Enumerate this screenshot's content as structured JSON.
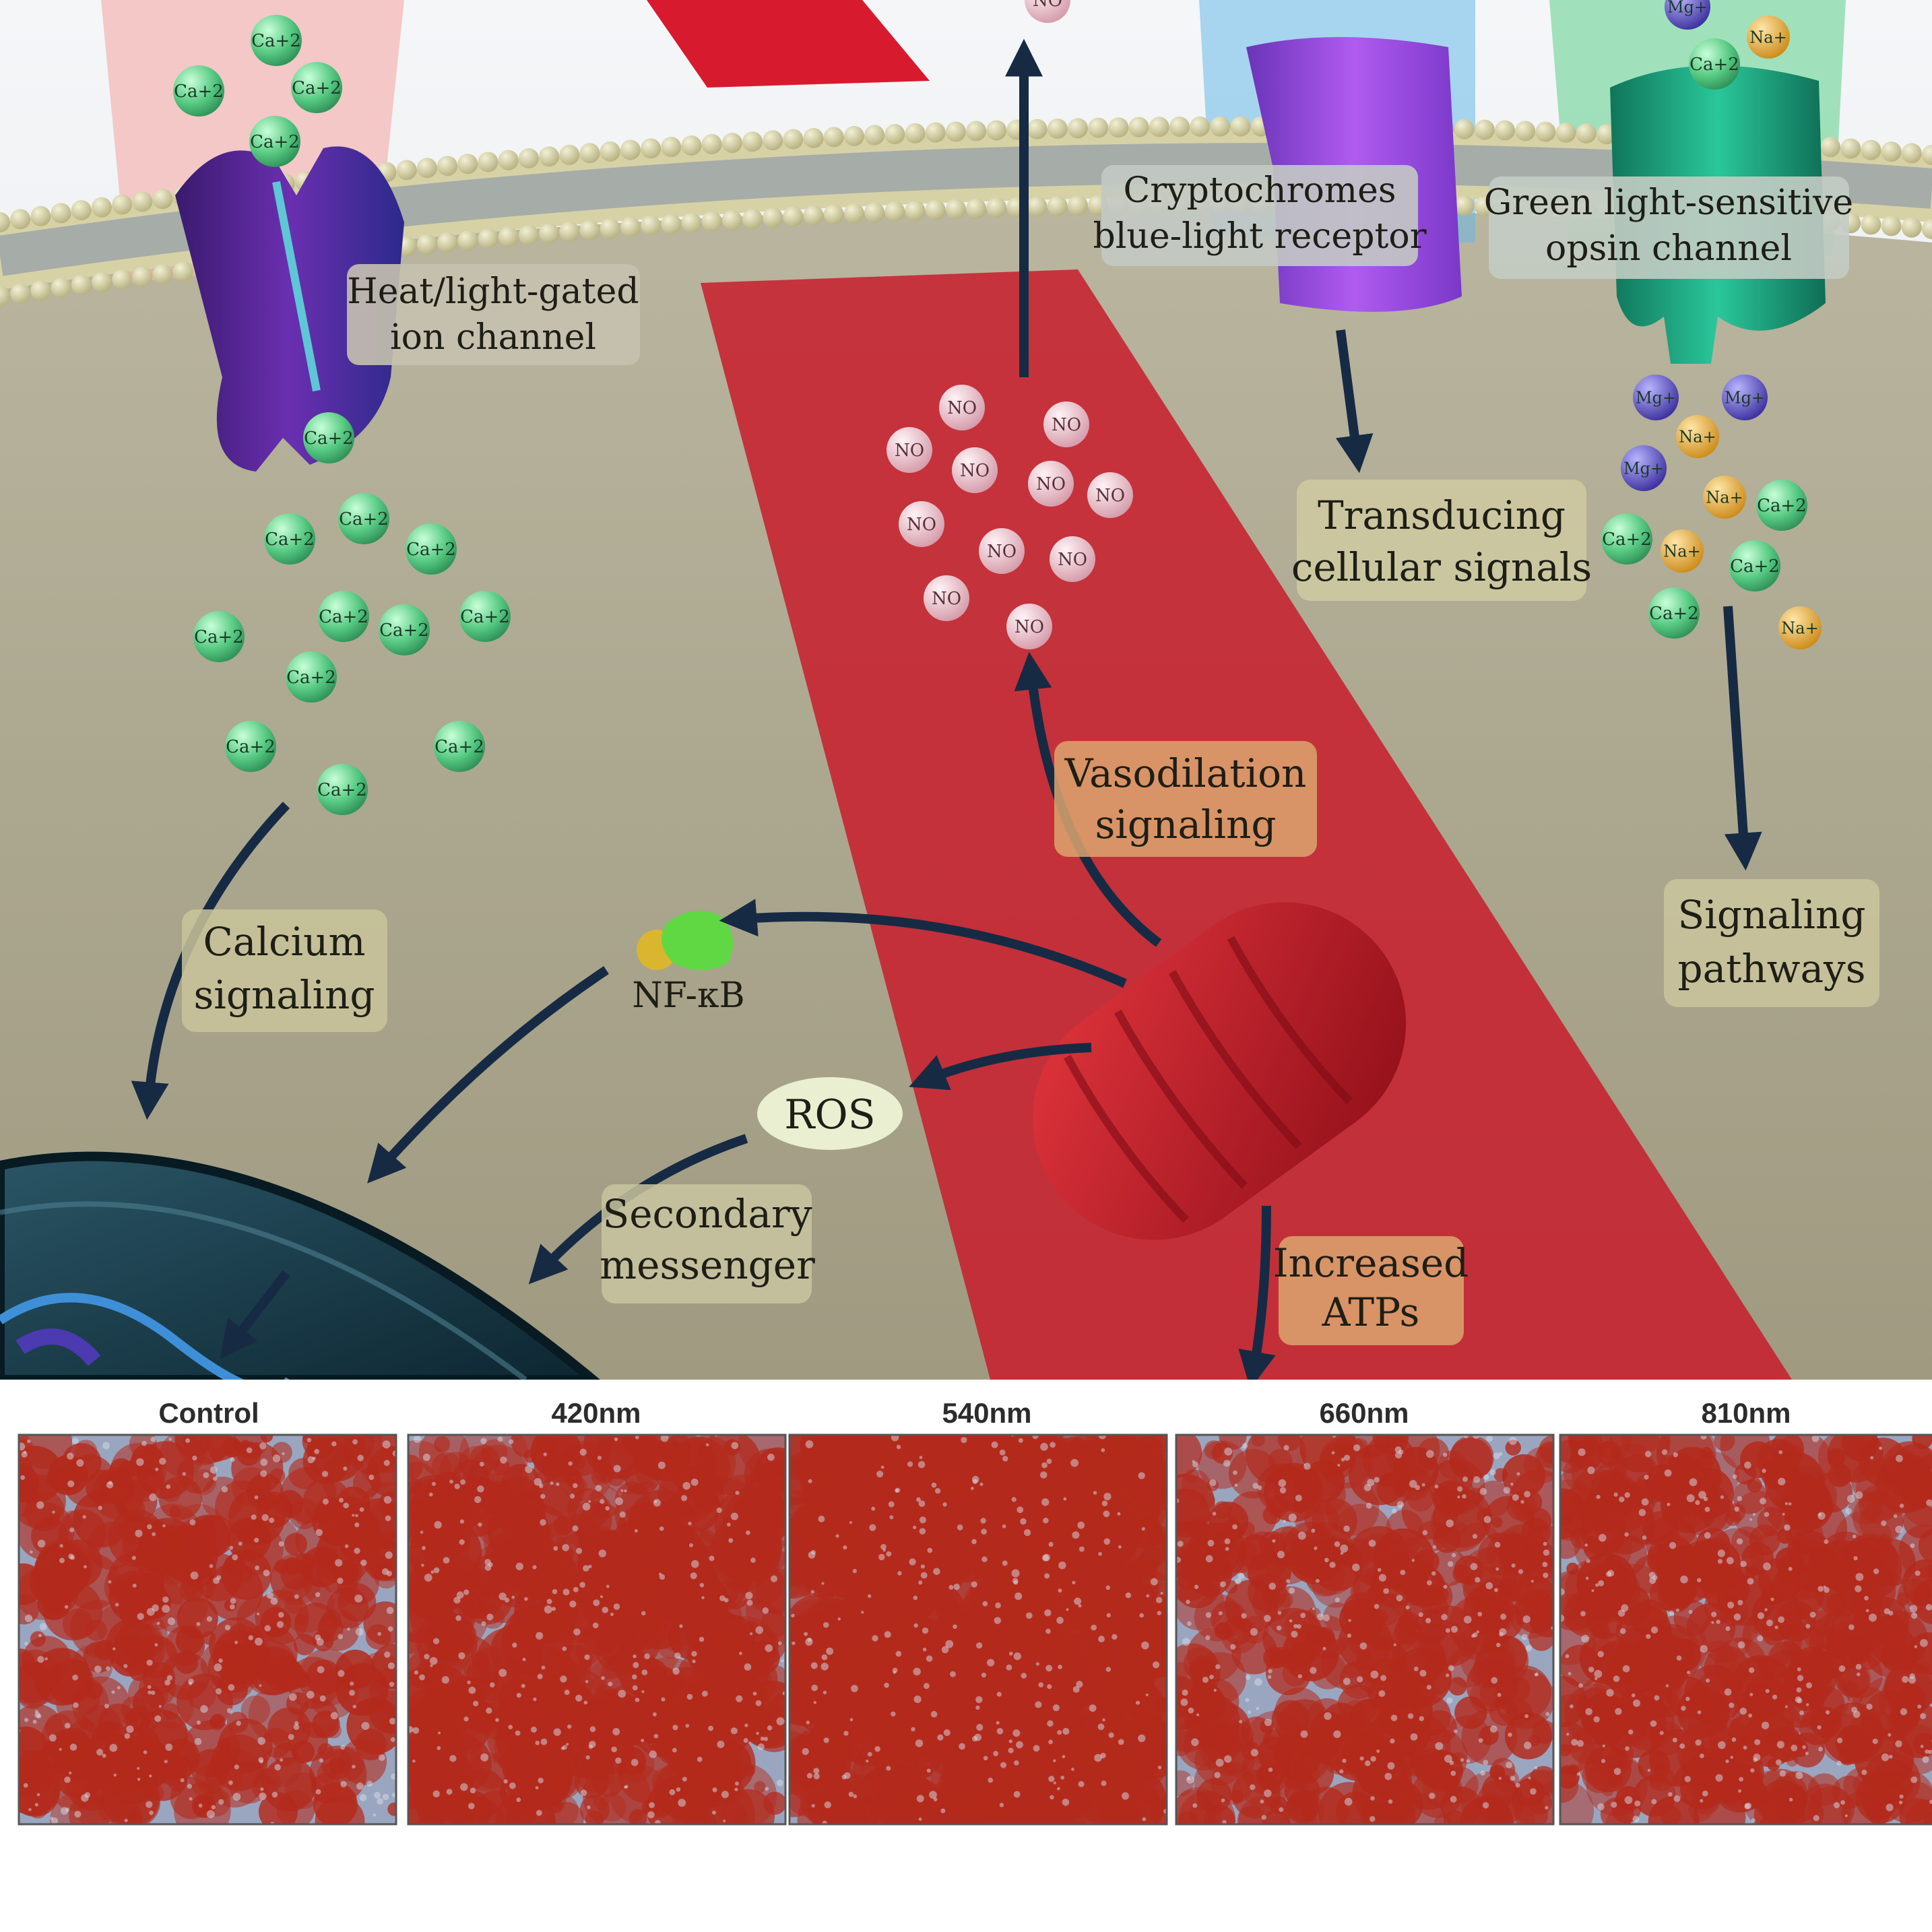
{
  "diagram": {
    "labels": {
      "heat_channel": [
        "Heat/light-gated",
        "ion channel"
      ],
      "cryptochromes": [
        "Cryptochromes",
        "blue-light receptor"
      ],
      "green_opsin": [
        "Green light-sensitive",
        "opsin channel"
      ],
      "transducing": [
        "Transducing",
        "cellular signals"
      ],
      "vasodilation": [
        "Vasodilation",
        "signaling"
      ],
      "calcium": [
        "Calcium",
        "signaling"
      ],
      "signaling_pathways": [
        "Signaling",
        "pathways"
      ],
      "secondary_messenger": [
        "Secondary",
        "messenger"
      ],
      "increased_atps": [
        "Increased",
        "ATPs"
      ],
      "nfkb": "NF-κB",
      "ros": "ROS"
    },
    "ions": {
      "calcium": "Ca+2",
      "nitric_oxide": "NO",
      "magnesium": "Mg+",
      "sodium": "Na+"
    }
  },
  "panels": {
    "titles": [
      "Control",
      "420nm",
      "540nm",
      "660nm",
      "810nm"
    ],
    "red_coverage": [
      0.45,
      0.7,
      0.92,
      0.5,
      0.55
    ]
  },
  "colors": {
    "cytoplasm": "#a9a48c",
    "red_light_beam": "#c81c2c",
    "calcium_ion": "#5fd08a",
    "no_molecule": "#e7c5cf",
    "mitochondrion": "#b51622",
    "stain_red": "#b32a1c",
    "stain_blue": "#9aa6c0"
  }
}
